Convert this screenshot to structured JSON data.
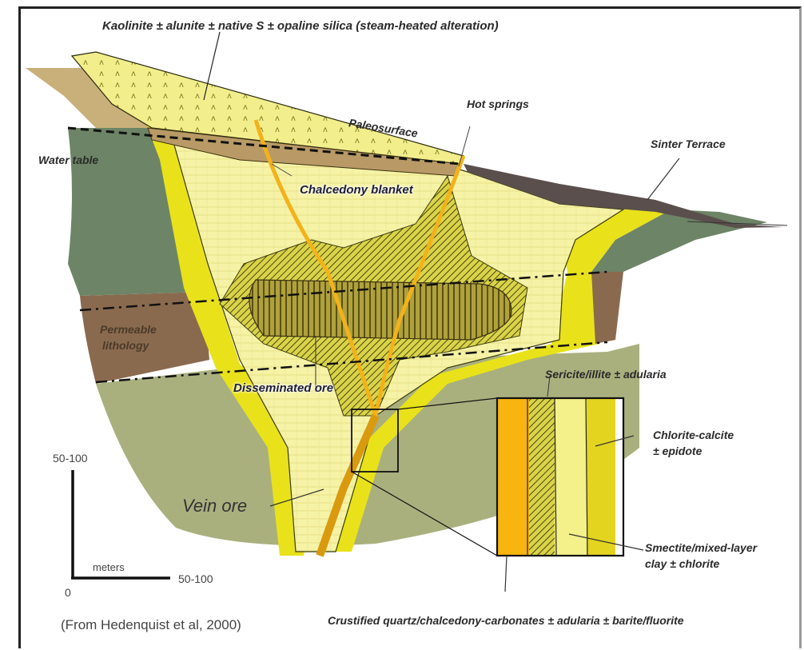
{
  "title": "Kaolinite ± alunite ± native S ± opaline silica (steam-heated alteration)",
  "labels": {
    "paleosurface": "Paleosurface",
    "hot_springs": "Hot springs",
    "sinter_terrace": "Sinter Terrace",
    "water_table": "Water table",
    "chalcedony_blanket": "Chalcedony blanket",
    "permeable_lithology_1": "Permeable",
    "permeable_lithology_2": "lithology",
    "disseminated_ore": "Disseminated ore",
    "sericite": "Sericite/illite ± adularia",
    "chlorite_calcite_1": "Chlorite-calcite",
    "chlorite_calcite_2": "± epidote",
    "smectite_1": "Smectite/mixed-layer",
    "smectite_2": "clay ± chlorite",
    "vein_ore": "Vein ore",
    "crustified": "Crustified quartz/chalcedony-carbonates ± adularia ± barite/fluorite"
  },
  "scale": {
    "vertical_max": "50-100",
    "horizontal_max": "50-100",
    "origin": "0",
    "unit": "meters"
  },
  "citation": "(From Hedenquist et al, 2000)",
  "colors": {
    "pale_yellow": "#f6f3a6",
    "bright_yellow": "#e9e21a",
    "olive_hatch": "#a9a33a",
    "vein_orange": "#f2b21b",
    "gray_green": "#a9b07e",
    "dark_green": "#6d8466",
    "brown": "#8a6a4e",
    "tan": "#c9b07a",
    "sinter": "#5a4f4c"
  }
}
